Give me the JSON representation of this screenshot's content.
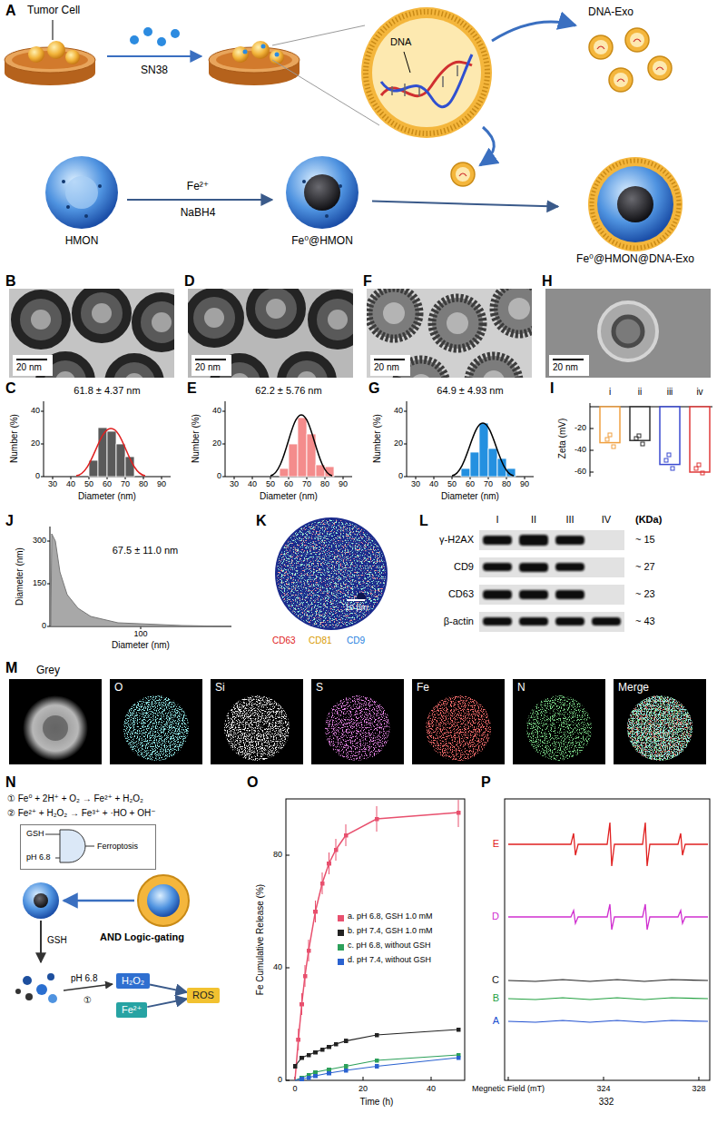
{
  "diagram": {
    "nodes": [
      {
        "text": [
          "HMON"
        ]
      },
      {
        "text": [
          "Fe⁰@HMON"
        ]
      },
      {
        "text": [
          "Fe⁰@HMON@DNA-Exo"
        ]
      },
      {
        "text": [
          "GSH",
          "pH 6.8",
          "Ferroptosis"
        ]
      },
      {
        "text": [
          "H₂O₂"
        ]
      },
      {
        "text": [
          "Fe²⁺"
        ]
      },
      {
        "text": [
          "ROS"
        ]
      }
    ],
    "edges": [
      {
        "from": 0,
        "to": 1,
        "arrow": "to"
      },
      {
        "from": 1,
        "to": 2,
        "arrow": "to"
      },
      {
        "from": 4,
        "to": 6,
        "arrow": "to"
      },
      {
        "from": 5,
        "to": 6,
        "arrow": "to"
      }
    ],
    "labels": [
      "A",
      "Tumor Cell",
      "SN38",
      "DNA",
      "DNA-Exo",
      "Fe²⁺",
      "NaBH4",
      "B",
      "20 nm",
      "D",
      "20 nm",
      "F",
      "20 nm",
      "H",
      "20 nm",
      "C",
      "61.8 ± 4.37 nm",
      "Number (%)",
      "0",
      "20",
      "40",
      "30",
      "40",
      "50",
      "60",
      "70",
      "80",
      "90",
      "Diameter (nm)",
      "E",
      "62.2 ± 5.76 nm",
      "Number (%)",
      "0",
      "20",
      "40",
      "30",
      "40",
      "50",
      "60",
      "70",
      "80",
      "90",
      "Diameter (nm)",
      "G",
      "64.9 ± 4.93 nm",
      "Number (%)",
      "0",
      "20",
      "40",
      "30",
      "40",
      "50",
      "60",
      "70",
      "80",
      "90",
      "Diameter (nm)",
      "I",
      "i",
      "ii",
      "iii",
      "iv",
      "Zeta (mV)",
      "-20",
      "-40",
      "-60",
      "J",
      "Diameter (nm)",
      "300",
      "150",
      "0",
      "67.5 ± 11.0 nm",
      "100",
      "Diameter (nm)",
      "K",
      "10 µm",
      "CD63",
      "CD81",
      "CD9",
      "L",
      "I",
      "II",
      "III",
      "IV",
      "(KDa)",
      "γ-H2AX",
      "~ 15",
      "CD9",
      "~ 27",
      "CD63",
      "~ 23",
      "β-actin",
      "~ 43",
      "M",
      "Grey",
      "O",
      "Si",
      "S",
      "Fe",
      "N",
      "Merge",
      "N",
      "① Fe⁰ + 2H⁺ + O₂ → Fe²⁺ + H₂O₂",
      "② Fe²⁺ + H₂O₂ → Fe³⁺ + ·HO + OH⁻",
      "AND Logic-gating",
      "GSH",
      "pH 6.8",
      "①",
      "O",
      "Fe Cumulative Release (%)",
      "0",
      "40",
      "80",
      "0",
      "20",
      "40",
      "Time (h)",
      "P",
      "E",
      "D",
      "C",
      "B",
      "A",
      "Megnetic Field (mT)",
      "324",
      "328",
      "332"
    ],
    "legend": [
      {
        "text": "a. pH 6.8, GSH 1.0 mM",
        "color": "#e8506e"
      },
      {
        "text": "b. pH 7.4, GSH 1.0 mM",
        "color": "#222222"
      },
      {
        "text": "c. pH 6.8, without GSH",
        "color": "#2ca05a"
      },
      {
        "text": "d. pH 7.4, without GSH",
        "color": "#2a62d0"
      }
    ]
  }
}
